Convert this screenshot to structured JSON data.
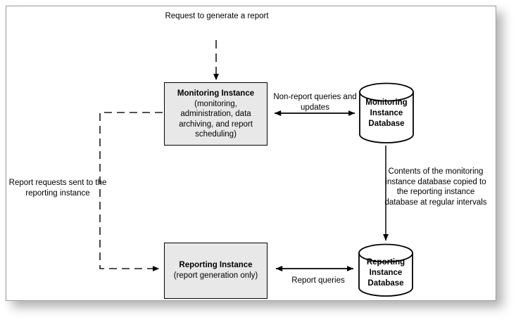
{
  "diagram": {
    "title_hidden": "",
    "colors": {
      "box_fill": "#e8e8e8",
      "cylinder_fill": "#ffffff",
      "stroke": "#000000",
      "frame_border": "#9a9a9a",
      "page_background": "#ffffff"
    },
    "nodes": {
      "monitoring_instance": {
        "title": "Monitoring Instance",
        "subtitle": "(monitoring, administration, data archiving, and report scheduling)",
        "shape": "rectangle"
      },
      "reporting_instance": {
        "title": "Reporting Instance",
        "subtitle": "(report generation only)",
        "shape": "rectangle"
      },
      "monitoring_instance_database": {
        "label": "Monitoring Instance Database",
        "shape": "cylinder"
      },
      "reporting_instance_database": {
        "label": "Reporting Instance Database",
        "shape": "cylinder"
      }
    },
    "edges": {
      "request_to_generate": {
        "label": "Request to generate a report",
        "style": "dashed",
        "arrow": "single",
        "from": "external",
        "to": "monitoring_instance"
      },
      "non_report_queries": {
        "label": "Non-report queries and updates",
        "style": "solid",
        "arrow": "double",
        "from": "monitoring_instance",
        "to": "monitoring_instance_database"
      },
      "copy_contents": {
        "label": "Contents of the monitoring instance database copied to the reporting instance database at regular intervals",
        "style": "solid",
        "arrow": "single",
        "from": "monitoring_instance_database",
        "to": "reporting_instance_database"
      },
      "report_requests_sent": {
        "label": "Report requests sent to the reporting instance",
        "style": "dashed",
        "arrow": "single",
        "from": "monitoring_instance",
        "to": "reporting_instance"
      },
      "report_queries": {
        "label": "Report queries",
        "style": "solid",
        "arrow": "double",
        "from": "reporting_instance",
        "to": "reporting_instance_database"
      }
    }
  }
}
